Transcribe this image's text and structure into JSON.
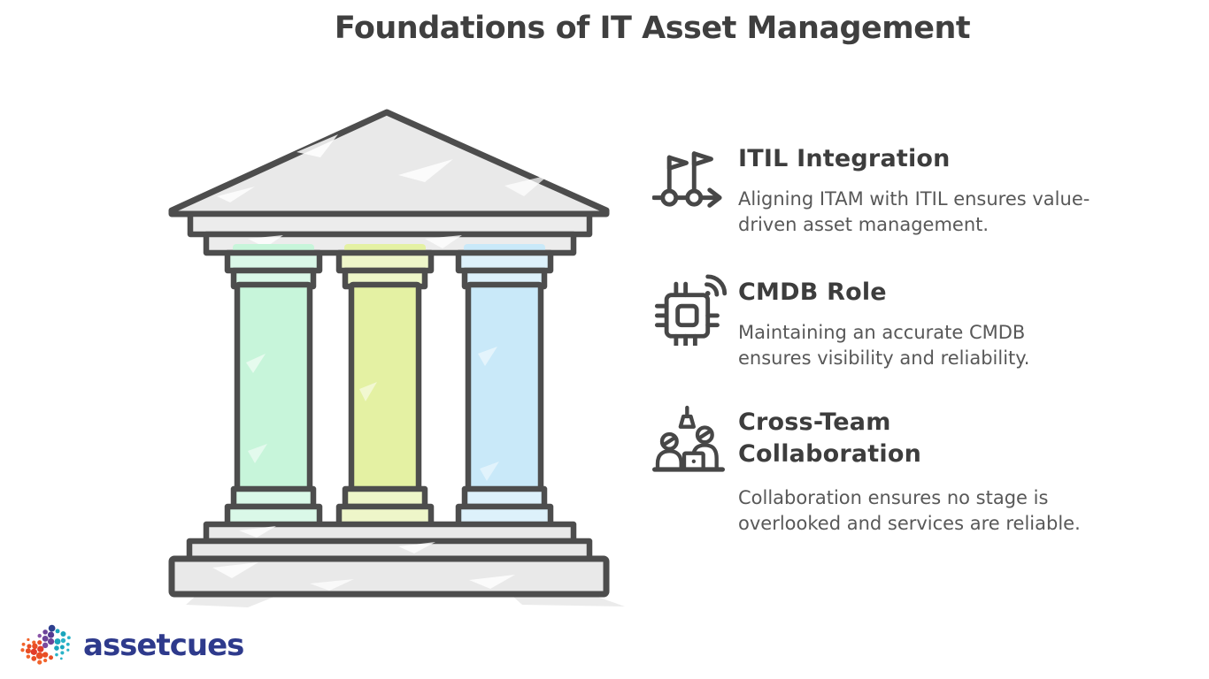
{
  "header": {
    "title": "Foundations of IT Asset Management"
  },
  "temple": {
    "structure_fill": "#e9e9e9",
    "outline_color": "#4d4d4d",
    "pillar_colors": {
      "left": "#c7f5da",
      "middle": "#e4f1a3",
      "right": "#c9e9f9"
    },
    "pillar_tints": {
      "left": "#daf8e8",
      "middle": "#eef6c9",
      "right": "#ddf1fb"
    }
  },
  "features": [
    {
      "icon": "milestone-flags-icon",
      "heading": "ITIL Integration",
      "description": "Aligning ITAM with ITIL ensures value-driven asset management."
    },
    {
      "icon": "chip-wifi-icon",
      "heading": "CMDB Role",
      "description": "Maintaining an accurate CMDB ensures visibility and reliability."
    },
    {
      "icon": "team-collaboration-icon",
      "heading": "Cross-Team Collaboration",
      "description": "Collaboration ensures no stage is overlooked and services are reliable."
    }
  ],
  "footer": {
    "logo_text": "assetcues",
    "logo_color": "#2e3a8c",
    "logo_dot_colors": [
      "#e94e25",
      "#f2642c",
      "#6c4399",
      "#2e3f8f",
      "#1aa5bc"
    ]
  }
}
